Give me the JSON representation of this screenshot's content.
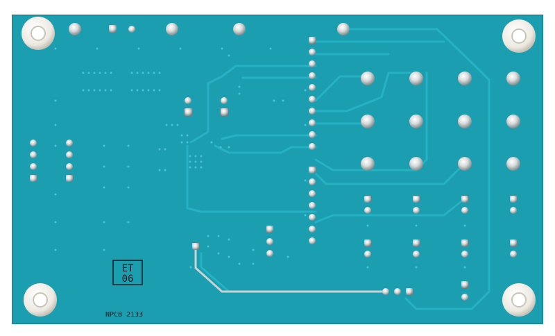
{
  "board": {
    "colors": {
      "solder_mask": "#1b9fb0",
      "trace": "#22afc1",
      "silver": "#d8dcdc",
      "silkscreen": "#1a1a1a",
      "standoff": "#f2f0ea"
    },
    "silkscreen_box": {
      "line1": "ET",
      "line2": "06"
    },
    "silkscreen_label": "NPCB 2133"
  }
}
